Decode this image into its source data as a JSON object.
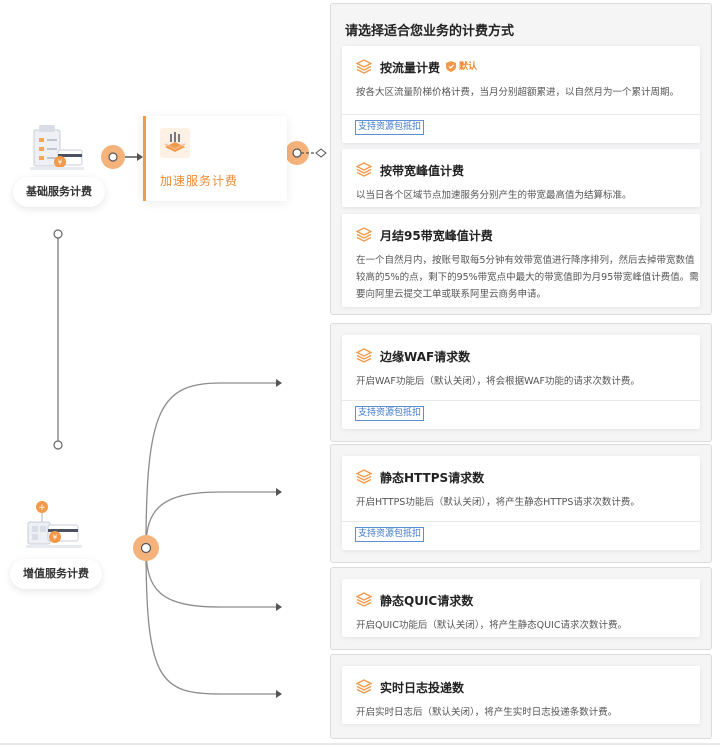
{
  "nodes": {
    "basic": {
      "label": "基础服务计费"
    },
    "value_added": {
      "label": "增值服务计费"
    },
    "accelerate": {
      "label": "加速服务计费"
    }
  },
  "billing_group": {
    "title": "请选择适合您业务的计费方式",
    "cards": [
      {
        "title": "按流量计费",
        "badge": "默认",
        "desc": "按各大区流量阶梯价格计费，当月分别超额累进，以自然月为一个累计周期。",
        "link": "支持资源包抵扣"
      },
      {
        "title": "按带宽峰值计费",
        "desc": "以当日各个区域节点加速服务分别产生的带宽最高值为结算标准。"
      },
      {
        "title": "月结95带宽峰值计费",
        "desc": "在一个自然月内，按账号取每5分钟有效带宽值进行降序排列，然后去掉带宽数值较高的5%的点，剩下的95%带宽点中最大的带宽值即为月95带宽峰值计费值。需要向阿里云提交工单或联系阿里云商务申请。"
      }
    ]
  },
  "addons": [
    {
      "title": "边缘WAF请求数",
      "desc": "开启WAF功能后（默认关闭），将会根据WAF功能的请求次数计费。",
      "link": "支持资源包抵扣"
    },
    {
      "title": "静态HTTPS请求数",
      "desc": "开启HTTPS功能后（默认关闭），将产生静态HTTPS请求次数计费。",
      "link": "支持资源包抵扣"
    },
    {
      "title": "静态QUIC请求数",
      "desc": "开启QUIC功能后（默认关闭），将产生静态QUIC请求次数计费。"
    },
    {
      "title": "实时日志投递数",
      "desc": "开启实时日志后（默认关闭），将产生实时日志投递条数计费。"
    }
  ],
  "colors": {
    "accent": "#f39a4a",
    "link": "#3c78c8",
    "line": "#8c8c8c"
  }
}
